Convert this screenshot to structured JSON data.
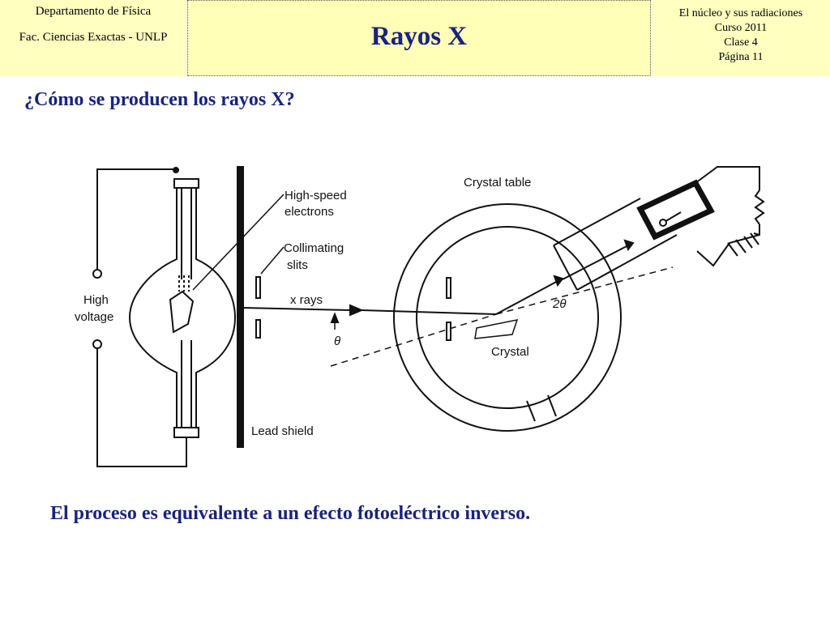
{
  "header": {
    "left": {
      "line1": "Departamento de Física",
      "line2": "Fac. Ciencias Exactas - UNLP"
    },
    "title": "Rayos X",
    "right": {
      "line1": "El núcleo y sus radiaciones",
      "line2": "Curso 2011",
      "line3": "Clase 4",
      "line4": "Página 11"
    }
  },
  "question": "¿Cómo se producen los rayos X?",
  "diagram": {
    "labels": {
      "high_speed": "High-speed",
      "electrons": "electrons",
      "collimating": "Collimating",
      "slits": "slits",
      "xrays": "x rays",
      "theta": "θ",
      "two_theta": "2θ",
      "high": "High",
      "voltage": "voltage",
      "lead_shield": "Lead shield",
      "crystal_table": "Crystal table",
      "crystal": "Crystal"
    }
  },
  "caption": "El proceso es equivalente a un efecto fotoeléctrico inverso."
}
